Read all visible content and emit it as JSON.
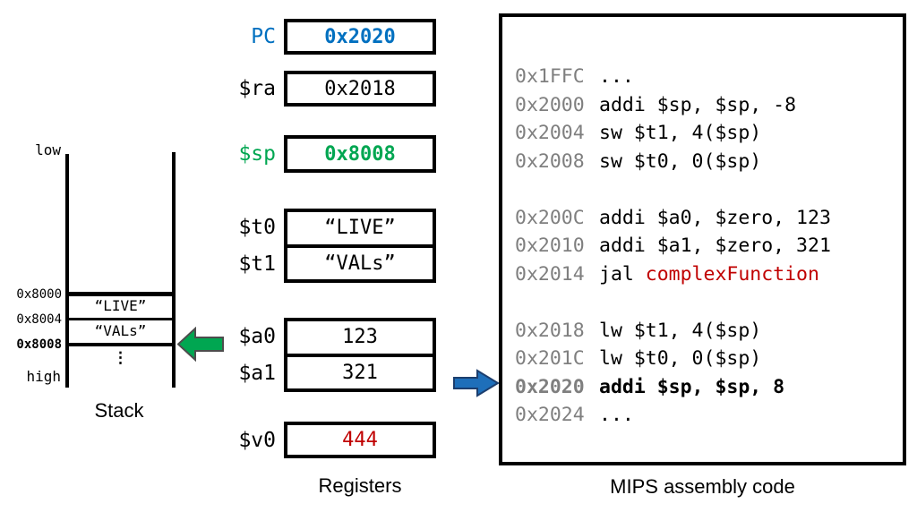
{
  "colors": {
    "accent_blue": "#0070C0",
    "accent_green": "#00A651",
    "accent_red": "#C00000",
    "address_gray": "#7F7F7F"
  },
  "stack": {
    "low_label": "low",
    "high_label": "high",
    "caption": "Stack",
    "addresses": [
      "0x8000",
      "0x8004",
      "0x8008"
    ],
    "cells": [
      "“LIVE”",
      "“VALs”"
    ],
    "ellipsis": "⋮",
    "pointer_icon": "green-left-arrow"
  },
  "registers": {
    "caption": "Registers",
    "items": [
      {
        "name": "PC",
        "value": "0x2020",
        "color": "#0070C0",
        "bold": true
      },
      {
        "name": "$ra",
        "value": "0x2018",
        "color": "#000000"
      },
      {
        "name": "$sp",
        "value": "0x8008",
        "color": "#00A651",
        "bold": true
      },
      {
        "name": "$t0",
        "value": "“LIVE”",
        "color": "#000000"
      },
      {
        "name": "$t1",
        "value": "“VALs”",
        "color": "#000000"
      },
      {
        "name": "$a0",
        "value": "123",
        "color": "#000000"
      },
      {
        "name": "$a1",
        "value": "321",
        "color": "#000000"
      },
      {
        "name": "$v0",
        "value": "444",
        "value_color": "#C00000"
      }
    ]
  },
  "code": {
    "caption": "MIPS assembly code",
    "current_line_icon": "blue-right-arrow",
    "lines": [
      {
        "addr": "0x1FFC",
        "instr": "..."
      },
      {
        "addr": "0x2000",
        "instr": "addi $sp, $sp, -8"
      },
      {
        "addr": "0x2004",
        "instr": "sw $t1, 4($sp)"
      },
      {
        "addr": "0x2008",
        "instr": "sw $t0, 0($sp)"
      },
      {
        "addr": "0x200C",
        "instr": "addi $a0, $zero, 123"
      },
      {
        "addr": "0x2010",
        "instr": "addi $a1, $zero, 321"
      },
      {
        "addr": "0x2014",
        "instr": "jal ",
        "call_target": "complexFunction"
      },
      {
        "addr": "0x2018",
        "instr": "lw $t1, 4($sp)"
      },
      {
        "addr": "0x201C",
        "instr": "lw $t0, 0($sp)"
      },
      {
        "addr": "0x2020",
        "instr": "addi $sp, $sp, 8",
        "current": true
      },
      {
        "addr": "0x2024",
        "instr": "..."
      }
    ]
  }
}
